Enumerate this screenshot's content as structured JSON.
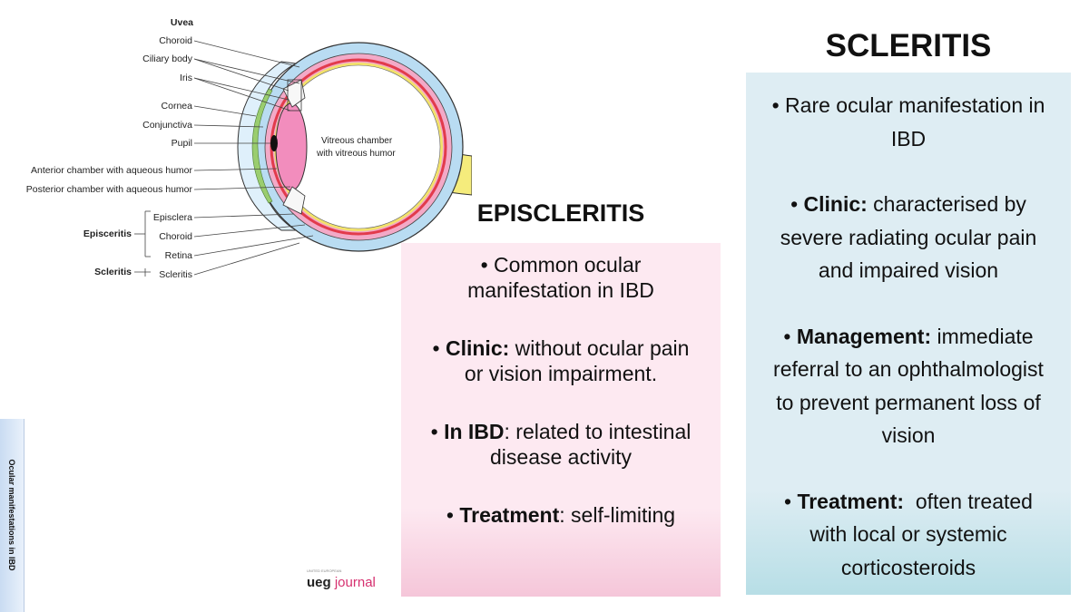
{
  "diagram": {
    "labels": {
      "uvea": "Uvea",
      "choroid": "Choroid",
      "ciliary_body": "Ciliary body",
      "iris": "Iris",
      "cornea": "Cornea",
      "conjunctiva": "Conjunctiva",
      "pupil": "Pupil",
      "anterior_chamber": "Anterior chamber with aqueous humor",
      "posterior_chamber": "Posterior chamber with aqueous humor",
      "episclera": "Episclera",
      "choroid_2": "Choroid",
      "retina": "Retina",
      "episcleritis_group": "Episceritis",
      "scleritis_group": "Scleritis",
      "scleritis_layer": "Scleritis",
      "vitreous_line1": "Vitreous chamber",
      "vitreous_line2": "with vitreous humor"
    },
    "colors": {
      "sclera_blue": "#b9dcf2",
      "choroid_pink": "#f3a9c7",
      "retina_red": "#e23b4c",
      "retina_yellow": "#f3e36b",
      "optic_nerve_yellow": "#f5ec7c",
      "conjunctiva_green": "#9acd6f"
    }
  },
  "episcleritis": {
    "heading": "EPISCLERITIS",
    "items": [
      {
        "bold": "",
        "text": "• Common ocular manifestation in IBD"
      },
      {
        "bold": "Clinic:",
        "prefix": "• ",
        "text": " without ocular pain or vision impairment."
      },
      {
        "bold": "In IBD",
        "prefix": "• ",
        "text": ": related to intestinal disease activity"
      },
      {
        "bold": "Treatment",
        "prefix": "• ",
        "text": ": self-limiting"
      }
    ]
  },
  "scleritis": {
    "heading": "SCLERITIS",
    "items": [
      {
        "bold": "",
        "text": "• Rare ocular manifestation in IBD"
      },
      {
        "bold": "Clinic:",
        "prefix": "• ",
        "text": " characterised by severe radiating ocular pain and impaired vision"
      },
      {
        "bold": "Management:",
        "prefix": "• ",
        "text": " immediate referral to an ophthalmologist to prevent permanent loss of vision"
      },
      {
        "bold": "Treatment:",
        "prefix": "• ",
        "text": "  often treated with local or systemic corticosteroids"
      }
    ]
  },
  "side_tab": {
    "label": "Ocular manifestations in IBD"
  },
  "logo": {
    "small": "UNITED EUROPEAN",
    "ueg": "ueg",
    "journal": "journal"
  },
  "colors": {
    "episcleritis_bg": "#fde9f1",
    "scleritis_bg": "#deedf3",
    "logo_pink": "#d6306f"
  }
}
